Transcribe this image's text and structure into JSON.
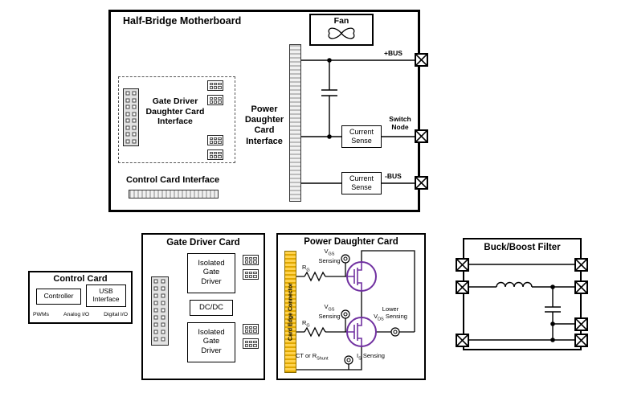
{
  "motherboard": {
    "title": "Half-Bridge Motherboard",
    "fan": {
      "label": "Fan",
      "icon": "fan-icon"
    },
    "power_interface_label": "Power\nDaughter\nCard\nInterface",
    "gate_driver_interface_label": "Gate Driver\nDaughter Card\nInterface",
    "control_interface_label": "Control Card Interface",
    "current_sense_upper": "Current\nSense",
    "current_sense_lower": "Current\nSense",
    "net_labels": {
      "bus_pos": "+BUS",
      "switch_node": "Switch\nNode",
      "bus_neg": "-BUS"
    }
  },
  "control_card": {
    "title": "Control Card",
    "controller_label": "Controller",
    "usb_label": "USB\nInterface",
    "io": [
      "PWMs",
      "Analog I/O",
      "Digital I/O"
    ]
  },
  "gate_driver_card": {
    "title": "Gate Driver Card",
    "isolated_driver_upper": "Isolated\nGate\nDriver",
    "dcdc_label": "DC/DC",
    "isolated_driver_lower": "Isolated\nGate\nDriver"
  },
  "power_card": {
    "title": "Power Daughter Card",
    "edge_connector_label": "Card Edge Connector",
    "vgs": {
      "sym": "V",
      "sub": "GS",
      "word": "Sensing"
    },
    "rg": {
      "sym": "R",
      "sub": "G"
    },
    "lower_vds": {
      "line1": "Lower",
      "sym": "V",
      "sub": "DS",
      "word": "Sensing"
    },
    "shunt": {
      "sym": "CT or R",
      "sub": "Shunt"
    },
    "is_sense": {
      "sym": "I",
      "sub": "S",
      "word": "Sensing"
    }
  },
  "buck_boost": {
    "title": "Buck/Boost Filter"
  },
  "icons": {
    "fan": "fan-icon",
    "terminal": "x-box-terminal-icon",
    "sense_point": "concentric-circle-probe-icon"
  },
  "colors": {
    "mosfet_purple": "#7030A0",
    "edge_connector_yellow": "#FFD24D",
    "connector_gray": "#D9D9D9",
    "wire": "#000000"
  }
}
